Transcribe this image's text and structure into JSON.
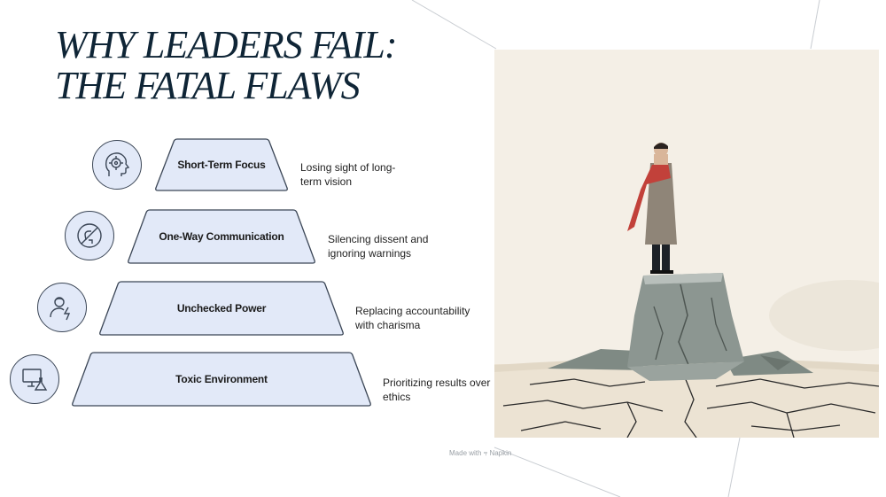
{
  "title": {
    "line1": "WHY LEADERS FAIL:",
    "line2": "THE FATAL FLAWS"
  },
  "levels": [
    {
      "label": "Short-Term Focus",
      "description": "Losing sight of long-term vision",
      "icon": "target-head-icon"
    },
    {
      "label": "One-Way Communication",
      "description": "Silencing dissent and ignoring warnings",
      "icon": "no-speaking-icon"
    },
    {
      "label": "Unchecked Power",
      "description": "Replacing accountability with charisma",
      "icon": "person-lightning-icon"
    },
    {
      "label": "Toxic Environment",
      "description": "Prioritizing results over ethics",
      "icon": "monitor-flask-icon"
    }
  ],
  "colors": {
    "title": "#0f2536",
    "level_fill": "#e2e9f8",
    "level_stroke": "#3b4656",
    "illustration_bg": "#f4efe6",
    "cape": "#c2413a"
  },
  "footer": {
    "made_with": "Made with",
    "brand": "Napkin"
  }
}
